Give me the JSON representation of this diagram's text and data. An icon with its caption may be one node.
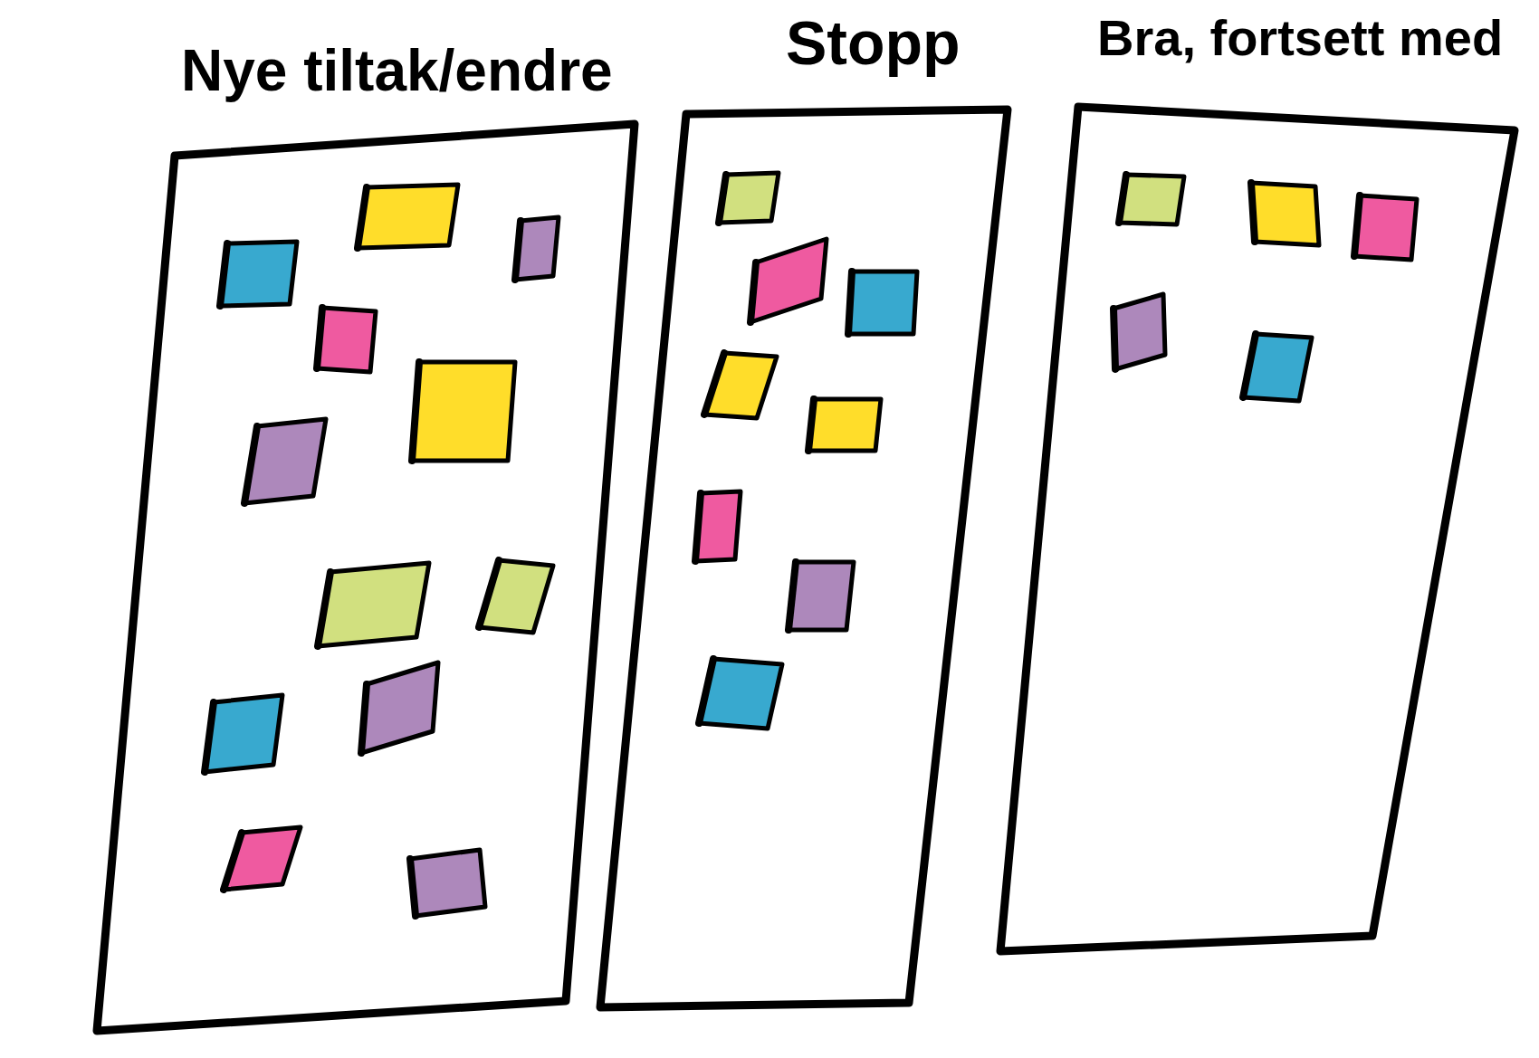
{
  "diagram": {
    "nodes": [
      {
        "text": [
          "Nye tiltak/endre"
        ]
      },
      {
        "text": [],
        "shape": "box",
        "in": 0
      },
      {
        "text": [],
        "shape": "box",
        "in": 0
      },
      {
        "text": [],
        "shape": "box",
        "in": 0
      },
      {
        "text": [],
        "shape": "box",
        "in": 0
      },
      {
        "text": [],
        "shape": "box",
        "in": 0
      },
      {
        "text": [],
        "shape": "box",
        "in": 0
      },
      {
        "text": [],
        "shape": "box",
        "in": 0
      },
      {
        "text": [],
        "shape": "box",
        "in": 0
      },
      {
        "text": [],
        "shape": "box",
        "in": 0
      },
      {
        "text": [],
        "shape": "box",
        "in": 0
      },
      {
        "text": [],
        "shape": "box",
        "in": 0
      },
      {
        "text": [],
        "shape": "box",
        "in": 0
      },
      {
        "text": [
          "Stopp"
        ]
      },
      {
        "text": [],
        "shape": "box",
        "in": 13
      },
      {
        "text": [],
        "shape": "box",
        "in": 13
      },
      {
        "text": [],
        "shape": "box",
        "in": 13
      },
      {
        "text": [],
        "shape": "box",
        "in": 13
      },
      {
        "text": [],
        "shape": "box",
        "in": 13
      },
      {
        "text": [],
        "shape": "box",
        "in": 13
      },
      {
        "text": [],
        "shape": "box",
        "in": 13
      },
      {
        "text": [],
        "shape": "box",
        "in": 13
      },
      {
        "text": [
          "Bra, fortsett med"
        ]
      },
      {
        "text": [],
        "shape": "box",
        "in": 22
      },
      {
        "text": [],
        "shape": "box",
        "in": 22
      },
      {
        "text": [],
        "shape": "box",
        "in": 22
      },
      {
        "text": [],
        "shape": "box",
        "in": 22
      },
      {
        "text": [],
        "shape": "box",
        "in": 22
      }
    ]
  }
}
